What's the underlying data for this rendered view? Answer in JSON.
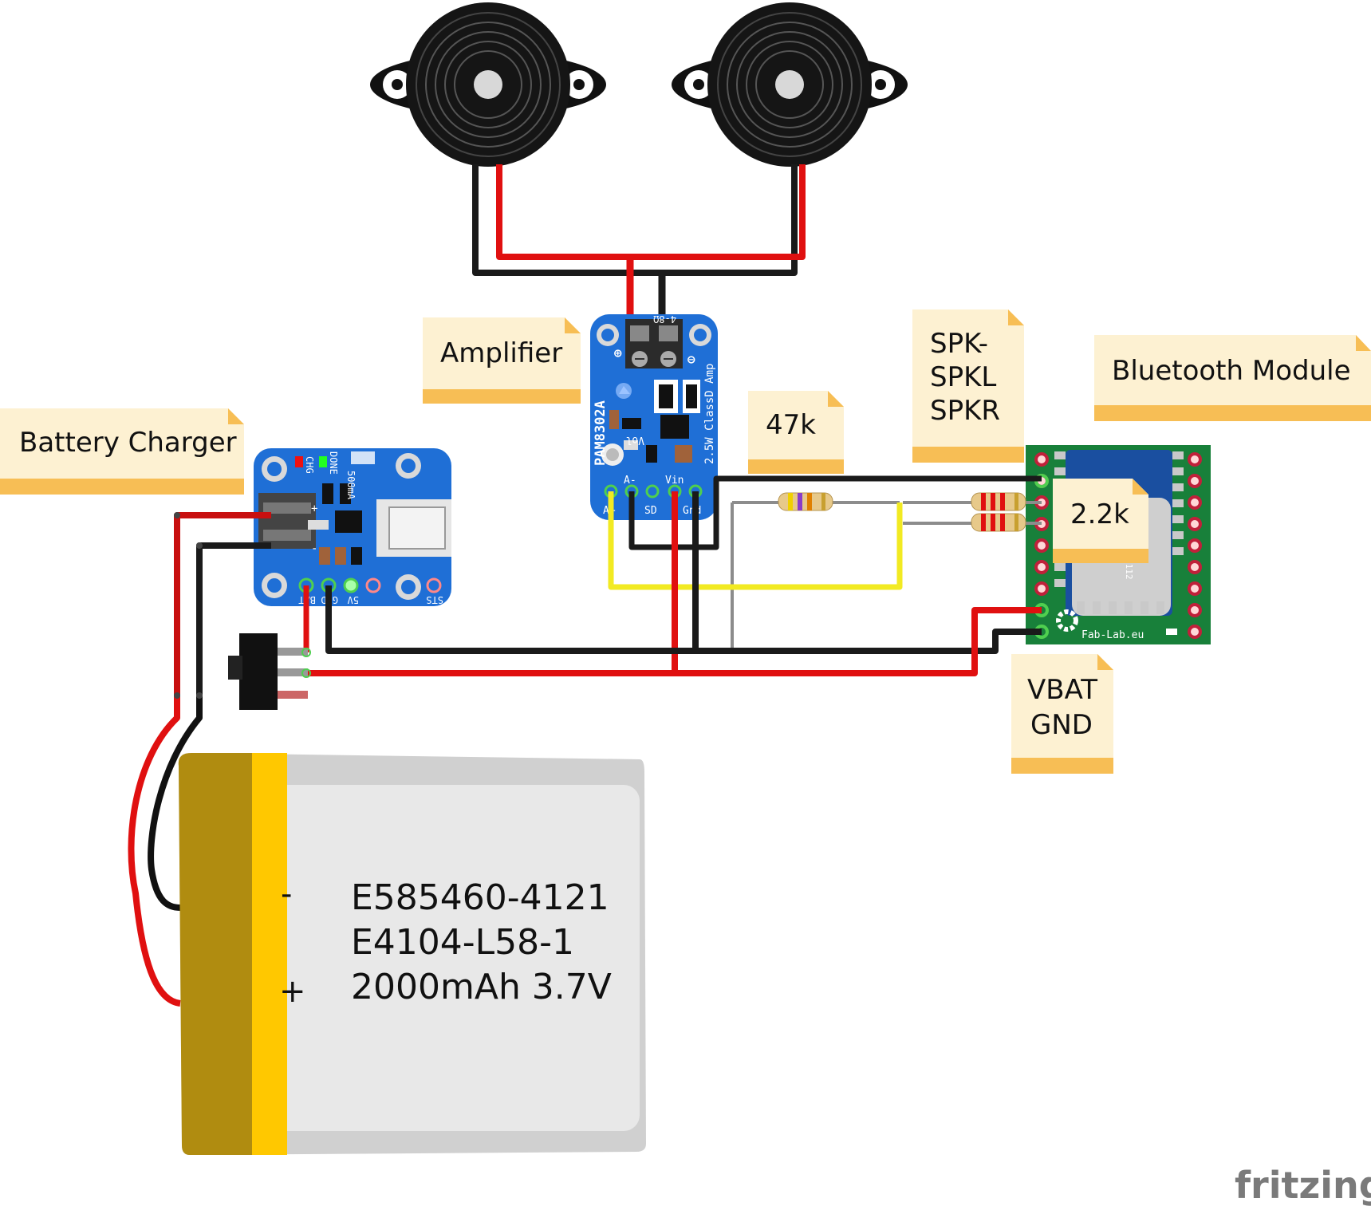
{
  "notes": {
    "amplifier": "Amplifier",
    "battery_charger": "Battery Charger",
    "resistor_47k": "47k",
    "speaker_pins": [
      "SPK-",
      "SPKL",
      "SPKR"
    ],
    "bluetooth_module": "Bluetooth Module",
    "resistor_2_2k": "2.2k",
    "power_pins": [
      "VBAT",
      "GND"
    ]
  },
  "amplifier_board": {
    "model": "PAM8302A",
    "subtitle": "2.5W ClassD Amp",
    "vol_label": "Vol",
    "speaker_range": "4-8Ω",
    "pin_labels": [
      "A+",
      "A-",
      "SD",
      "Vin",
      "Gnd"
    ]
  },
  "charger_board": {
    "chg": "CHG",
    "done": "DONE",
    "current": "500mA",
    "pin_labels": [
      "BAT",
      "GND",
      "5V",
      "STS"
    ]
  },
  "bluetooth_board": {
    "label": "Fab-Lab.eu",
    "chip_mark": "E112"
  },
  "battery": {
    "line1": "E585460-4121",
    "line2": "E4104-L58-1",
    "line3": "2000mAh 3.7V",
    "minus": "-",
    "plus": "+"
  },
  "watermark": "fritzing",
  "colors": {
    "wire_red": "#e01010",
    "wire_black": "#1a1a1a",
    "wire_yellow": "#f2ea22",
    "wire_gray": "#8c8c8c",
    "board_blue": "#1f6fd6",
    "board_green": "#18803a",
    "note_yellow": "#fdf1d2",
    "note_shadow": "#f7be55",
    "battery_gold": "#b08c10",
    "battery_stripe": "#ffc800",
    "battery_body": "#d2d2d2"
  }
}
